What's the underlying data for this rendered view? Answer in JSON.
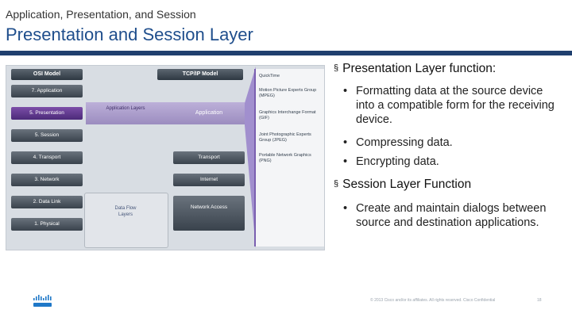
{
  "header": {
    "subtitle": "Application, Presentation, and Session",
    "title": "Presentation and Session Layer"
  },
  "diagram": {
    "osi_header": "OSI Model",
    "tcpip_header": "TCP/IP Model",
    "osi_layers": [
      "7. Application",
      "5. Presentation",
      "5. Session",
      "4. Transport",
      "3. Network",
      "2. Data Link",
      "1. Physical"
    ],
    "app_layers_label": "Application Layers",
    "app_label": "Application",
    "transport_label": "Transport",
    "internet_label": "Internet",
    "dataflow_label": "Data Flow Layers",
    "network_access_label": "Network Access",
    "protocols": [
      "QuickTime",
      "Motion Picture Experts Group (MPEG)",
      "Graphics Interchange Format (GIF)",
      "Joint Photographic Experts Group (JPEG)",
      "Portable Network Graphics (PNG)"
    ]
  },
  "content": {
    "heading1": "Presentation Layer function:",
    "bullets1": [
      "Formatting data at the source device into a compatible form for the receiving device.",
      "Compressing data.",
      "Encrypting data."
    ],
    "heading2": "Session Layer Function",
    "bullets2": [
      "Create and maintain dialogs between source and destination applications."
    ]
  },
  "footer": {
    "copyright": "© 2013 Cisco and/or its affiliates. All rights reserved.     Cisco Confidential",
    "page": "18"
  },
  "colors": {
    "title": "#1f4e8c",
    "bar": "#1f3f6e",
    "presentation": "#6a4aa2"
  }
}
